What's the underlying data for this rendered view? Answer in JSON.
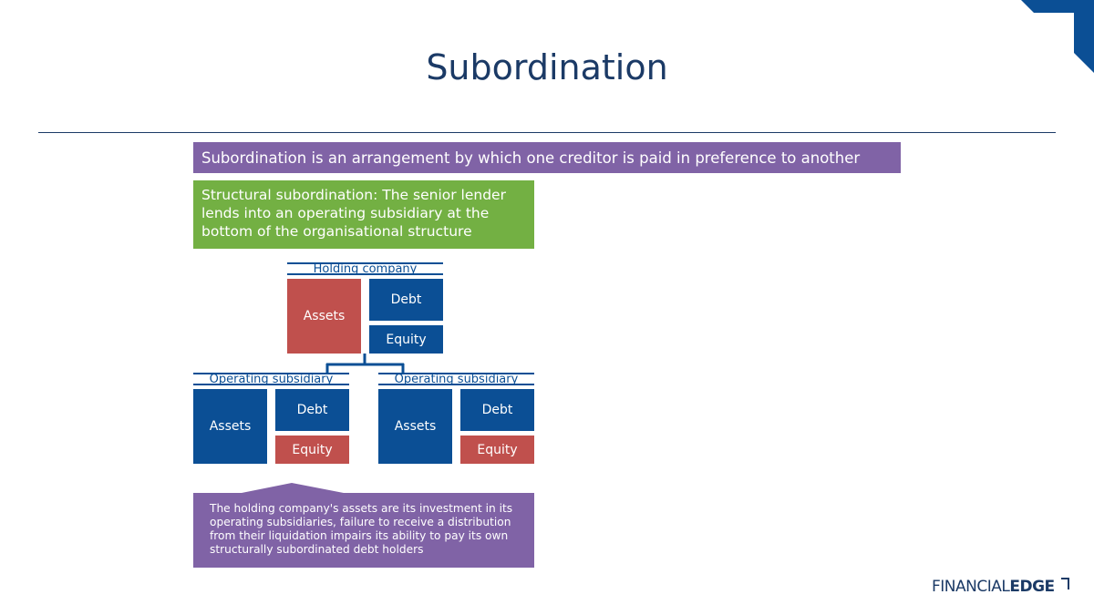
{
  "slide": {
    "title": "Subordination",
    "definition": "Subordination is an arrangement by which one creditor is paid in preference to another",
    "structural_note": "Structural subordination: The senior lender lends into an operating subsidiary at the bottom of the organisational structure",
    "explanation": "The holding company's assets are its investment in its operating subsidiaries, failure to receive a distribution from their liquidation impairs its ability to pay its own structurally subordinated debt holders"
  },
  "holding": {
    "label": "Holding company",
    "assets": "Assets",
    "debt": "Debt",
    "equity": "Equity"
  },
  "subsidiaries": [
    {
      "label": "Operating subsidiary",
      "assets": "Assets",
      "debt": "Debt",
      "equity": "Equity"
    },
    {
      "label": "Operating subsidiary",
      "assets": "Assets",
      "debt": "Debt",
      "equity": "Equity"
    }
  ],
  "logo": {
    "part1": "FINANCIAL",
    "part2": "EDGE"
  },
  "colors": {
    "navy": "#1b3a66",
    "blue": "#0b4f95",
    "red": "#c0504d",
    "purple": "#8063a6",
    "green": "#73b043"
  }
}
